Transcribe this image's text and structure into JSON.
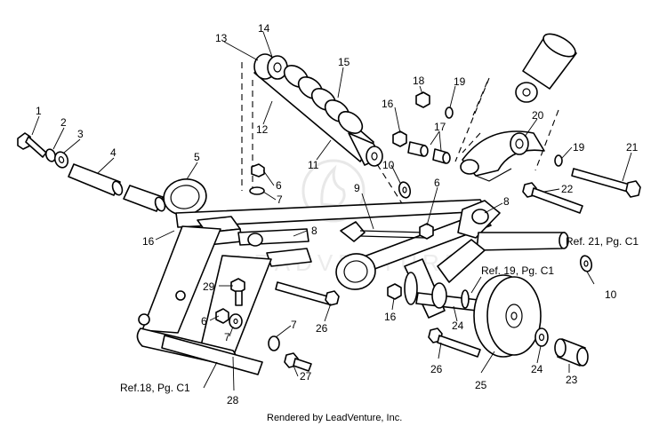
{
  "callouts": {
    "c1": "1",
    "c2": "2",
    "c3": "3",
    "c4": "4",
    "c5": "5",
    "c6a": "6",
    "c6b": "6",
    "c6c": "6",
    "c7a": "7",
    "c7b": "7",
    "c7c": "7",
    "c8a": "8",
    "c8b": "8",
    "c9": "9",
    "c10a": "10",
    "c10b": "10",
    "c11": "11",
    "c12": "12",
    "c13": "13",
    "c14": "14",
    "c15": "15",
    "c16a": "16",
    "c16b": "16",
    "c16c": "16",
    "c17": "17",
    "c18": "18",
    "c19a": "19",
    "c19b": "19",
    "c20": "20",
    "c21": "21",
    "c22": "22",
    "c23": "23",
    "c24a": "24",
    "c24b": "24",
    "c25": "25",
    "c26a": "26",
    "c26b": "26",
    "c27": "27",
    "c28": "28",
    "c29": "29"
  },
  "references": {
    "ref21": "Ref. 21, Pg. C1",
    "ref19": "Ref. 19, Pg. C1",
    "ref18": "Ref.18, Pg. C1"
  },
  "footer": "Rendered by LeadVenture, Inc.",
  "watermark": "LEADVENTURE"
}
